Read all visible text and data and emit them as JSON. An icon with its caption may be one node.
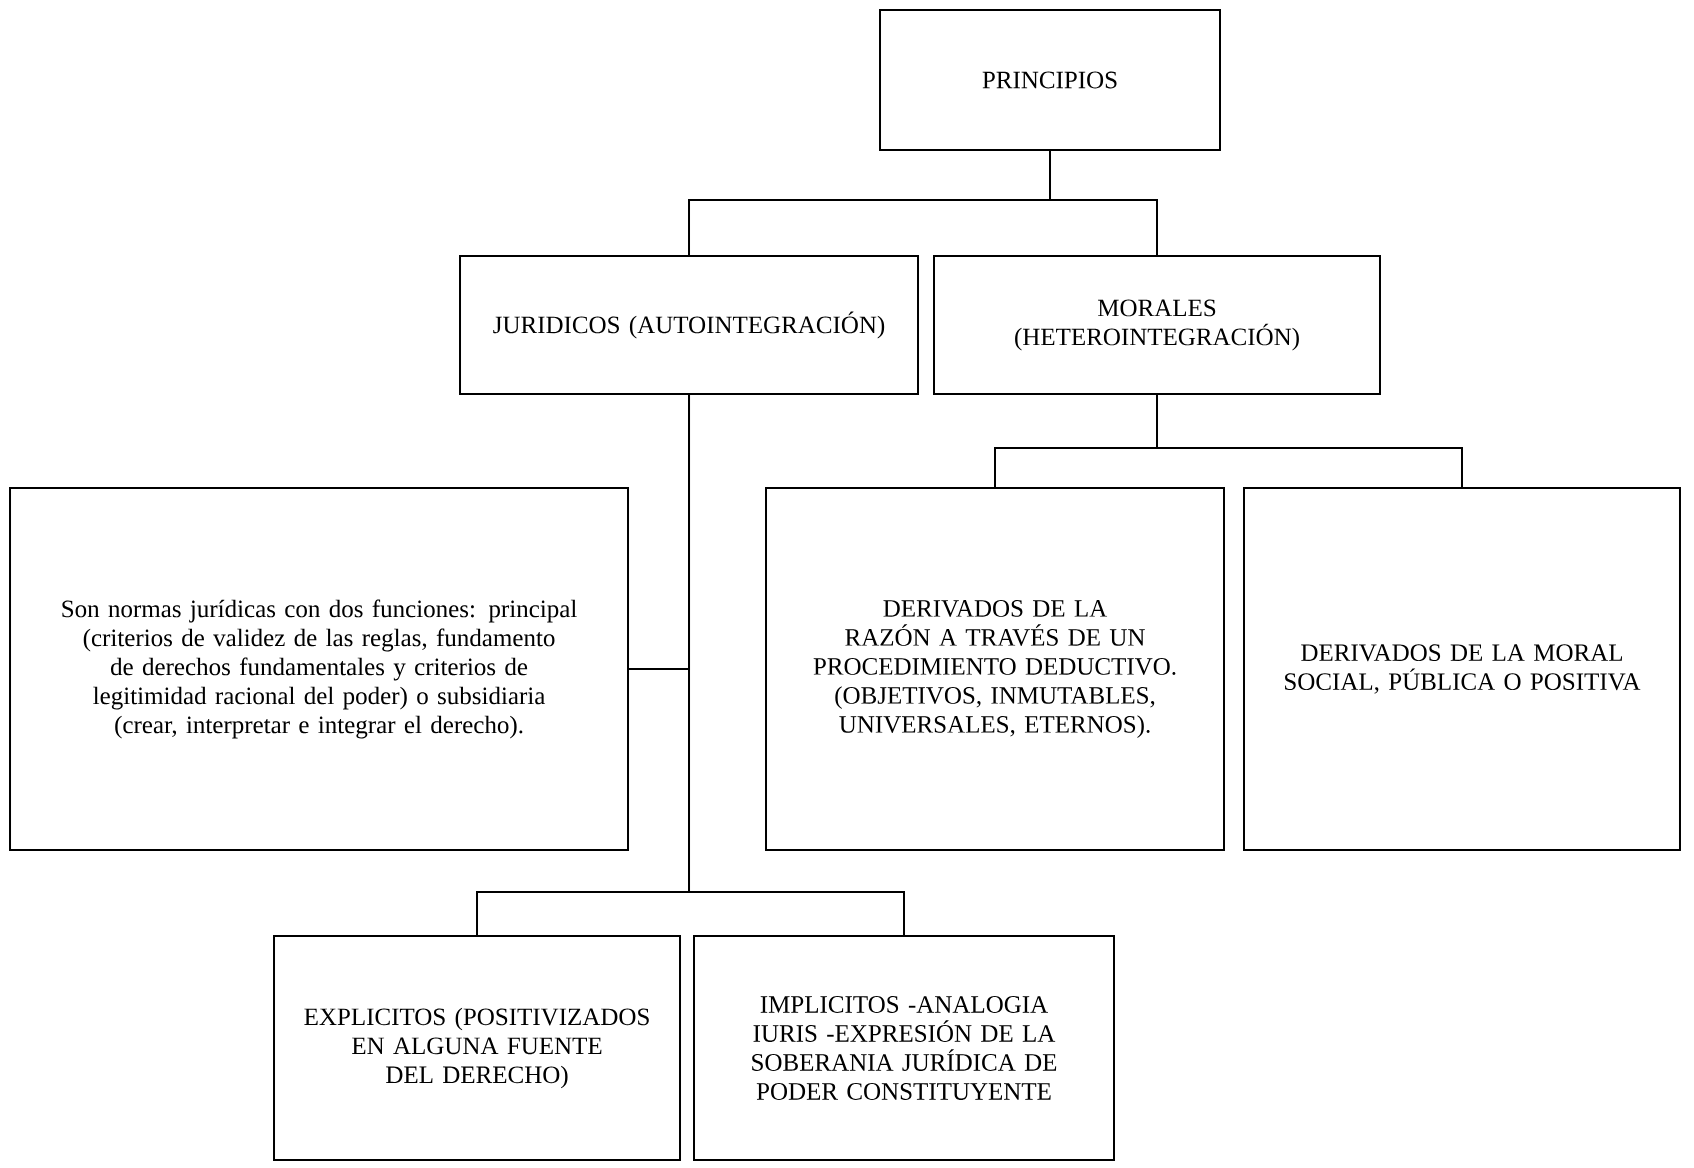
{
  "diagram": {
    "nodes": [
      {
        "text": [
          "PRINCIPIOS"
        ]
      },
      {
        "text": [
          "JURIDICOS (AUTOINTEGRACIÓN)"
        ]
      },
      {
        "text": [
          "MORALES (HETEROINTEGRACIÓN)"
        ]
      },
      {
        "text": [
          "Son normas jurídicas con dos funciones: principal (criterios de validez de las reglas, fundamento de derechos fundamentales y criterios de legitimidad racional del poder) o subsidiaria (crear, interpretar e integrar el derecho)."
        ]
      },
      {
        "text": [
          "DERIVADOS DE LA RAZÓN A TRAVÉS DE UN PROCEDIMIENTO DEDUCTIVO. (OBJETIVOS, INMUTABLES, UNIVERSALES, ETERNOS)."
        ]
      },
      {
        "text": [
          "DERIVADOS DE LA MORAL SOCIAL, PÚBLICA O POSITIVA"
        ]
      },
      {
        "text": [
          "EXPLICITOS (POSITIVIZADOS EN ALGUNA FUENTE DEL DERECHO)"
        ]
      },
      {
        "text": [
          "IMPLICITOS -ANALOGIA IURIS -EXPRESIÓN DE LA SOBERANIA JURÍDICA DE PODER CONSTITUYENTE"
        ]
      }
    ],
    "edges": [
      {
        "from": 0,
        "to": 1,
        "arrow": "none"
      },
      {
        "from": 0,
        "to": 2,
        "arrow": "none"
      },
      {
        "from": 1,
        "to": 3,
        "arrow": "none"
      },
      {
        "from": 1,
        "to": 6,
        "arrow": "none"
      },
      {
        "from": 1,
        "to": 7,
        "arrow": "none"
      },
      {
        "from": 2,
        "to": 4,
        "arrow": "none"
      },
      {
        "from": 2,
        "to": 5,
        "arrow": "none"
      }
    ]
  }
}
